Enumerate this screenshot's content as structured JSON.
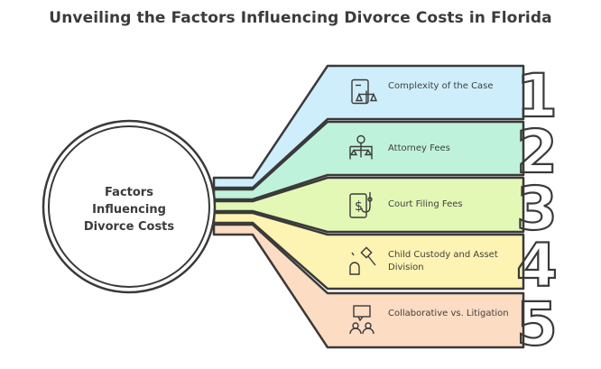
{
  "title": "Unveiling the Factors Influencing Divorce Costs in Florida",
  "center": {
    "label": "Factors Influencing Divorce Costs"
  },
  "factors": [
    {
      "number": "1",
      "label": "Complexity of the Case",
      "icon": "document-scales-icon",
      "color": "#cfeefb"
    },
    {
      "number": "2",
      "label": "Attorney Fees",
      "icon": "lawyer-scales-icon",
      "color": "#bff2da"
    },
    {
      "number": "3",
      "label": "Court Filing Fees",
      "icon": "dollar-document-icon",
      "color": "#e4f8b6"
    },
    {
      "number": "4",
      "label": "Child Custody and Asset Division",
      "icon": "gavel-child-icon",
      "color": "#fdf3b2"
    },
    {
      "number": "5",
      "label": "Collaborative vs. Litigation",
      "icon": "mediation-people-icon",
      "color": "#fcdcc2"
    }
  ]
}
